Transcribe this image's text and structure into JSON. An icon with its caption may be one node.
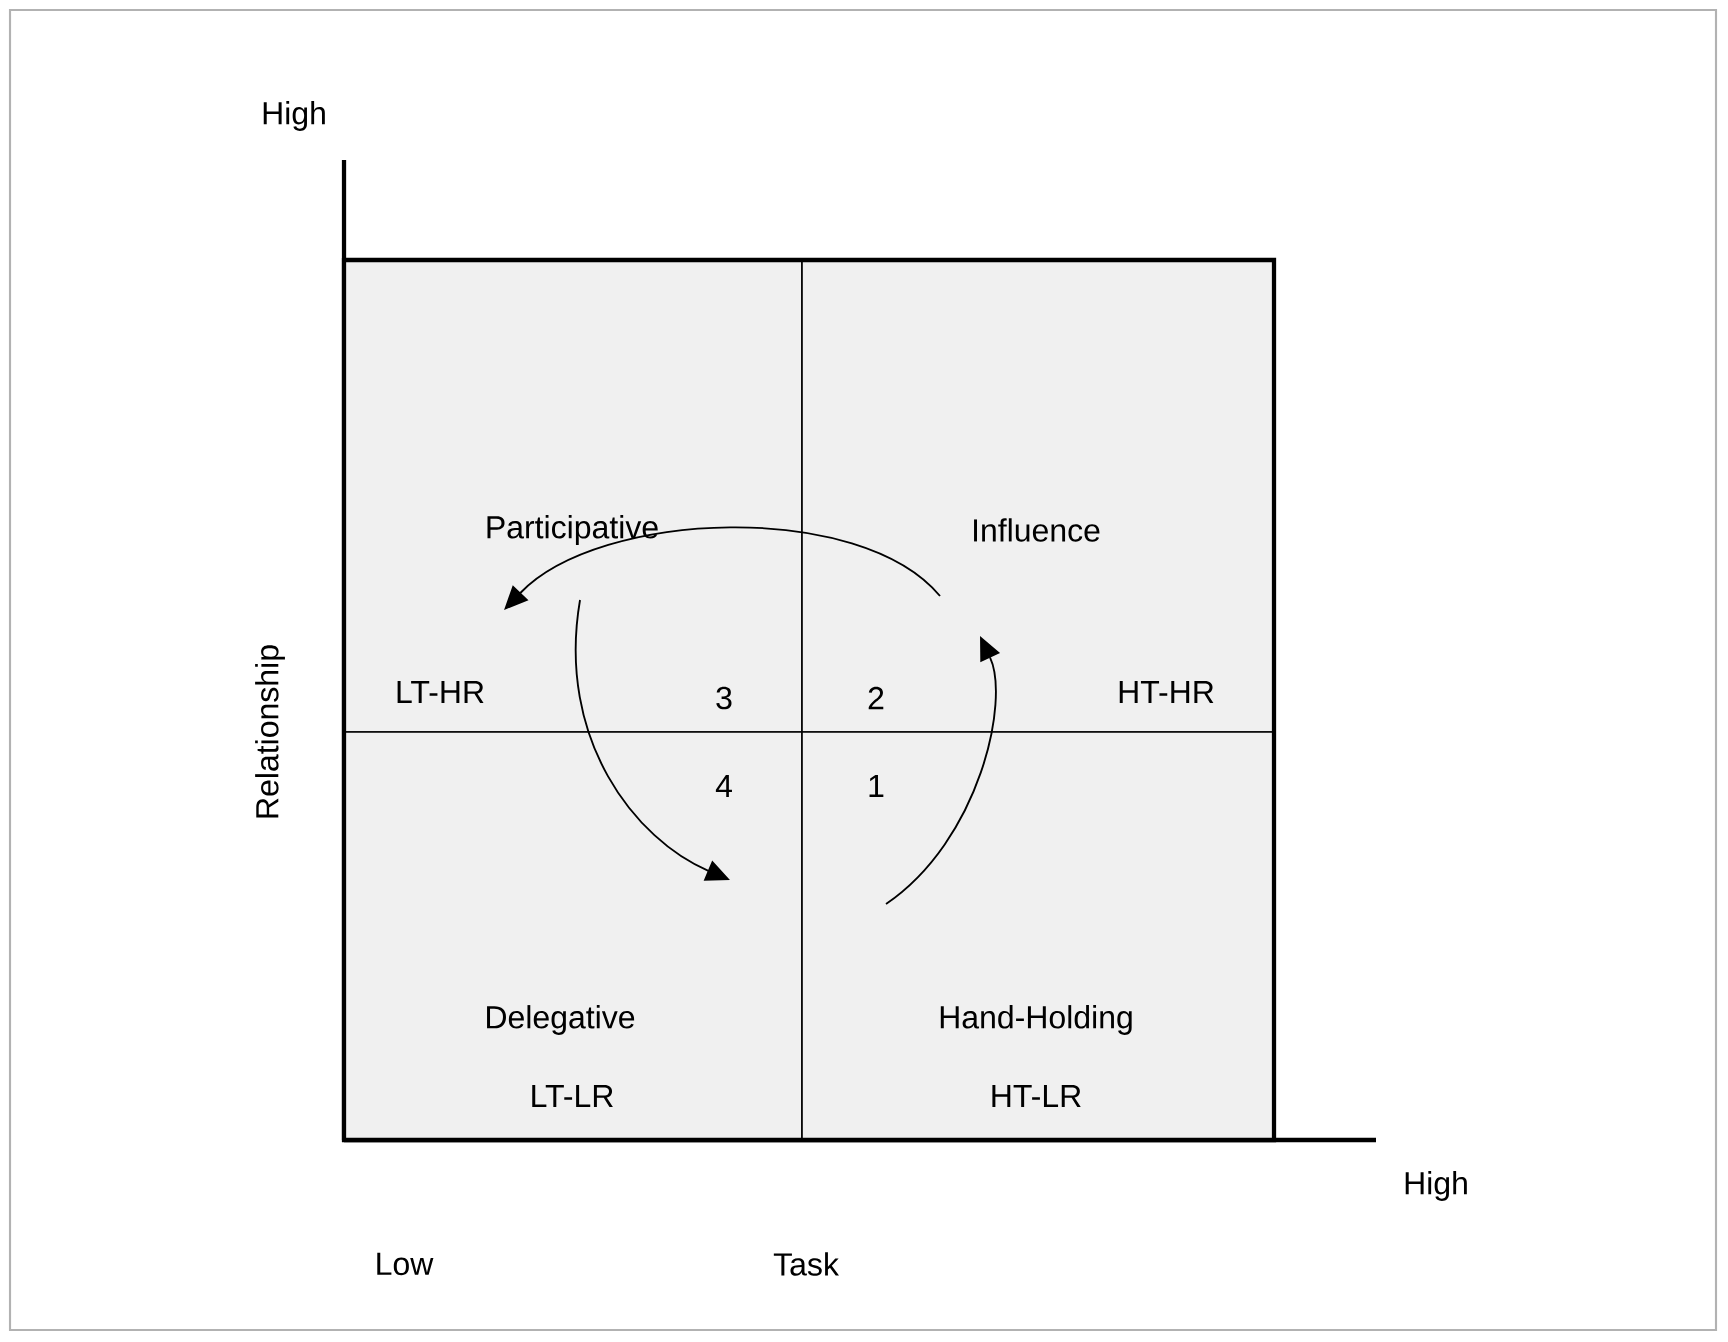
{
  "diagram": {
    "nodes": [
      {
        "text": [
          "Participative",
          "LT-HR"
        ]
      },
      {
        "text": [
          "Influence",
          "HT-HR"
        ]
      },
      {
        "text": [
          "Delegative",
          "LT-LR"
        ]
      },
      {
        "text": [
          "Hand-Holding",
          "HT-LR"
        ]
      }
    ],
    "edges": [
      {
        "from": 3,
        "to": 1,
        "arrow": "to"
      },
      {
        "from": 1,
        "to": 0,
        "arrow": "to"
      },
      {
        "from": 0,
        "to": 2,
        "arrow": "to"
      }
    ],
    "labels": [
      "High",
      "Relationship",
      "3",
      "2",
      "4",
      "1",
      "High",
      "Low",
      "Task"
    ]
  }
}
